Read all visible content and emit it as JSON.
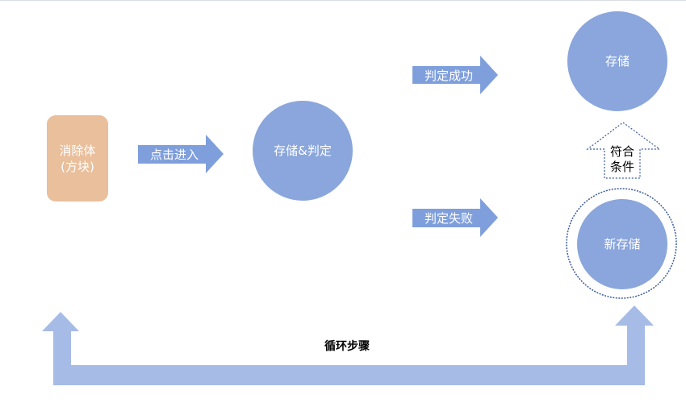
{
  "colors": {
    "circle": "#8aa6dc",
    "arrow": "#7f9fdc",
    "block": "#e9bf9c",
    "loop": "#a6bce6",
    "dotted": "#3a5a9a"
  },
  "nodes": {
    "block_line1": "消除体",
    "block_line2": "(方块)",
    "judge": "存储&判定",
    "store": "存储",
    "new_store": "新存储"
  },
  "arrows": {
    "enter": "点击进入",
    "success": "判定成功",
    "fail": "判定失败",
    "condition_line1": "符合",
    "condition_line2": "条件",
    "loop": "循环步骤"
  }
}
